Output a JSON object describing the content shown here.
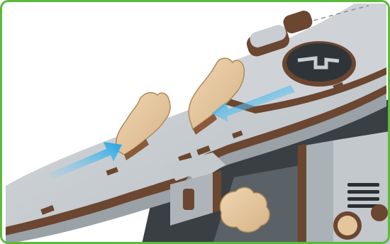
{
  "image": {
    "subject": "assembly-instruction-render",
    "colors": {
      "border": "#5cba3c",
      "background": "#ffffff",
      "plywood_face": "#c9ced3",
      "plywood_edge": "#6b4630",
      "birch_part": "#e4c59c",
      "birch_part_shade": "#c9a472",
      "arrow_start": "#1ea6e8",
      "arrow_end": "#8fd3f5",
      "shadow": "#3a3f44"
    },
    "arrows": [
      {
        "name": "arrow-left",
        "direction": "toward-slot"
      },
      {
        "name": "arrow-right",
        "direction": "toward-slot"
      }
    ]
  }
}
